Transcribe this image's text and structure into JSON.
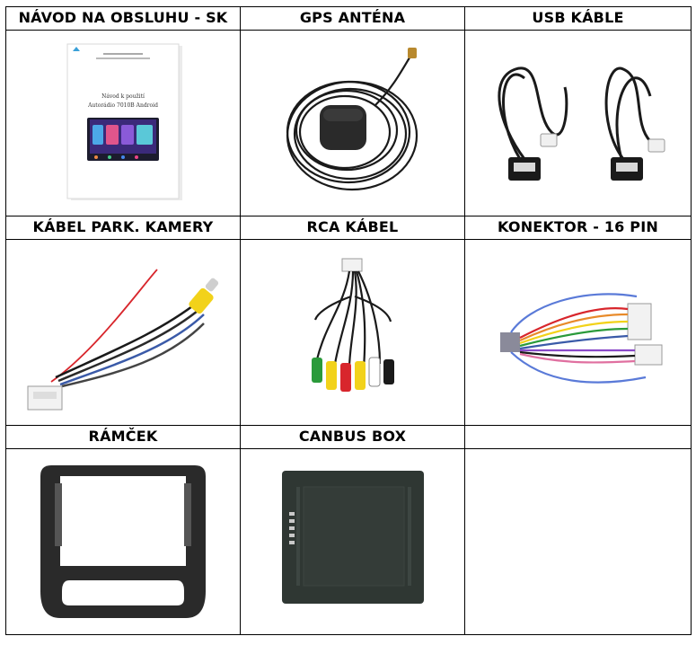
{
  "rows": [
    {
      "headers": [
        "NÁVOD NA OBSLUHU - SK",
        "GPS ANTÉNA",
        "USB KÁBLE"
      ]
    },
    {
      "headers": [
        "KÁBEL PARK. KAMERY",
        "RCA KÁBEL",
        "KONEKTOR - 16 PIN"
      ]
    },
    {
      "headers": [
        "RÁMČEK",
        "CANBUS BOX",
        ""
      ]
    }
  ],
  "manual": {
    "title": "Návod k použití",
    "subtitle": "Autorádio 7010B Android"
  },
  "colors": {
    "border": "#000000",
    "cable": "#1a1a1a",
    "rca_yellow": "#f2d21a",
    "rca_red": "#d8262c",
    "canbus": "#2f3733"
  }
}
